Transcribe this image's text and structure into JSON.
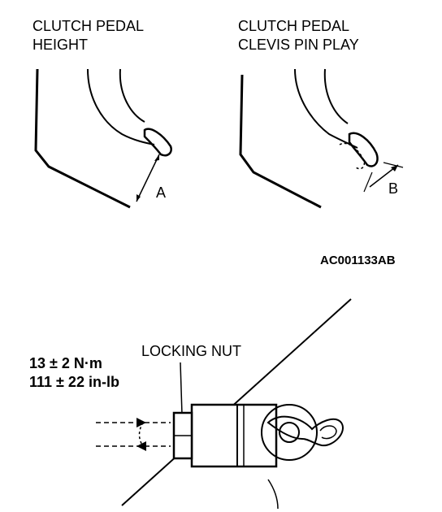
{
  "labels": {
    "panel1_title_line1": "CLUTCH PEDAL",
    "panel1_title_line2": "HEIGHT",
    "panel2_title_line1": "CLUTCH PEDAL",
    "panel2_title_line2": "CLEVIS PIN  PLAY",
    "dim_a": "A",
    "dim_b": "B",
    "figure_code": "AC001133AB",
    "locking_nut": "LOCKING NUT",
    "torque_metric": "13 ± 2 N·m",
    "torque_imperial": "111 ± 22 in-lb"
  },
  "colors": {
    "ink": "#000000",
    "paper": "#ffffff"
  }
}
